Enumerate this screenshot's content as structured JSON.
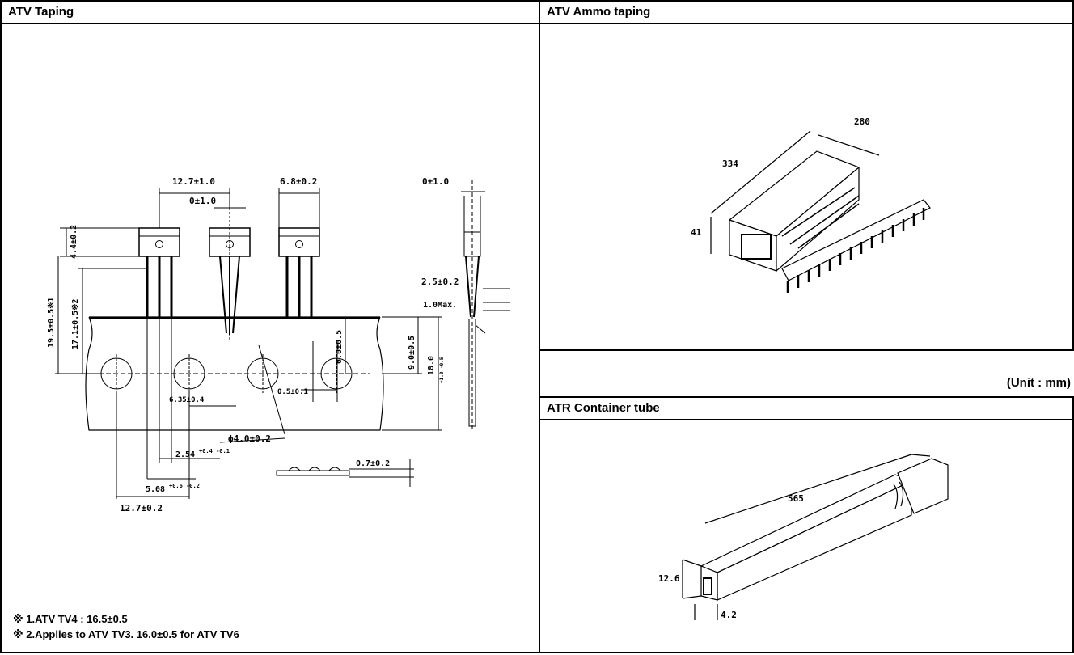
{
  "panels": {
    "taping": {
      "title": "ATV Taping"
    },
    "ammo": {
      "title": "ATV Ammo taping"
    },
    "container": {
      "title": "ATR Container tube"
    }
  },
  "unit_label": "(Unit : mm)",
  "notes": [
    "※ 1.ATV TV4 : 16.5±0.5",
    "※ 2.Applies to ATV TV3. 16.0±0.5 for ATV TV6"
  ],
  "taping_dims": {
    "pitch_top": "12.7±1.0",
    "body_w": "6.8±0.2",
    "lead_offset": "0±1.0",
    "side_offset": "0±1.0",
    "h44": "4.4±0.2",
    "h195": "19.5±0.5※1",
    "h171": "17.1±0.5※2",
    "h60": "6.0±0.5",
    "h90": "9.0±0.5",
    "h180": "18.0",
    "h180_tol": "+1.0 -0.5",
    "side_25": "2.5±0.2",
    "side_10": "1.0Max.",
    "hole_off": "6.35±0.4",
    "small_05": "0.5±0.1",
    "hole_dia": "ϕ4.0±0.2",
    "lead_254": "2.54",
    "lead_254_tol": "+0.4 -0.1",
    "tape_t": "0.7±0.2",
    "lead_508": "5.08",
    "lead_508_tol": "+0.6 -0.2",
    "pitch_bottom": "12.7±0.2"
  },
  "ammo_dims": {
    "width": "280",
    "length": "334",
    "height": "41"
  },
  "container_dims": {
    "length": "565",
    "height": "12.6",
    "width": "4.2"
  }
}
